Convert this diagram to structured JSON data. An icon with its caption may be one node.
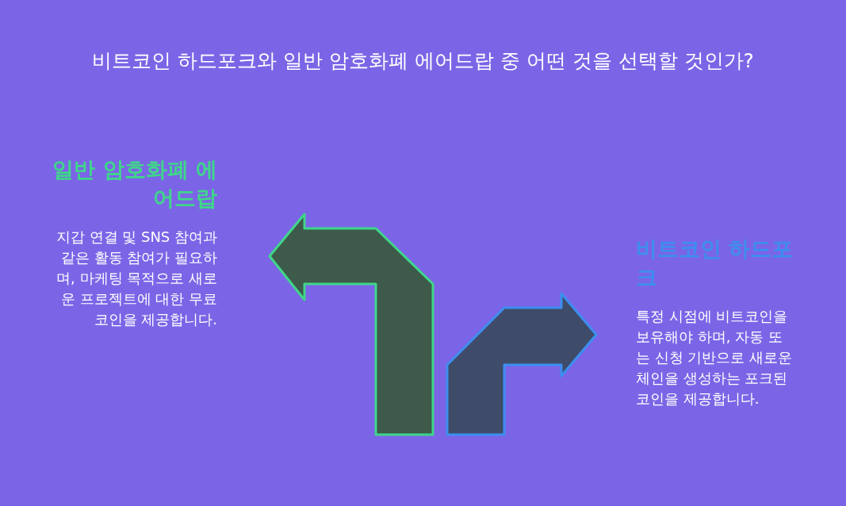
{
  "diagram": {
    "title": "비트코인 하드포크와 일반 암호화폐 에어드랍 중 어떤 것을 선택할 것인가?",
    "labels": [
      "일반 암호화폐 에어드랍",
      "지갑 연결 및 SNS 참여과 같은 활동 참여가 필요하며, 마케팅 목적으로 새로운 프로젝트에 대한 무료 코인을 제공합니다.",
      "비트코인 하드포크",
      "특정 시점에 비트코인을 보유해야 하며, 자동 또는 신청 기반으로 새로운 체인을 생성하는 포크된 코인을 제공합니다."
    ]
  }
}
